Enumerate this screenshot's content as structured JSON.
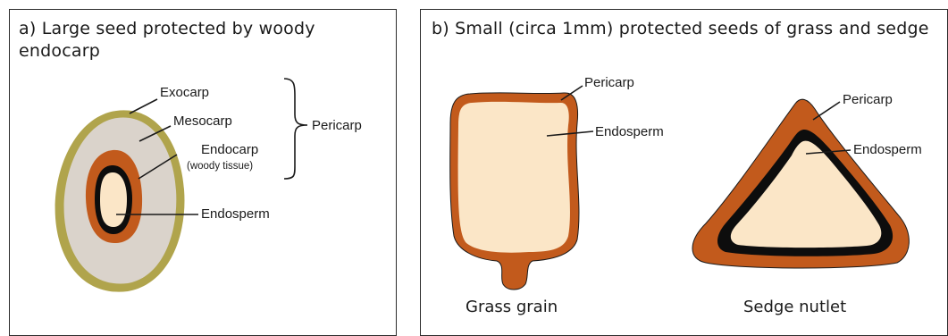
{
  "panel_a": {
    "title": "a) Large seed protected by woody endocarp",
    "labels": {
      "exocarp": "Exocarp",
      "mesocarp": "Mesocarp",
      "endocarp": "Endocarp",
      "endocarp_note": "(woody tissue)",
      "endosperm": "Endosperm",
      "pericarp": "Pericarp"
    }
  },
  "panel_b": {
    "title": "b) Small (circa 1mm) protected seeds of grass and sedge",
    "grass": {
      "pericarp": "Pericarp",
      "endosperm": "Endosperm",
      "caption": "Grass grain"
    },
    "sedge": {
      "pericarp": "Pericarp",
      "endosperm": "Endosperm",
      "caption": "Sedge nutlet"
    }
  },
  "colors": {
    "exocarp": "#b0a44c",
    "mesocarp": "#dad3cb",
    "pericarp": "#c25a1c",
    "endosperm": "#fbe6c7",
    "black": "#0d0d0d"
  }
}
